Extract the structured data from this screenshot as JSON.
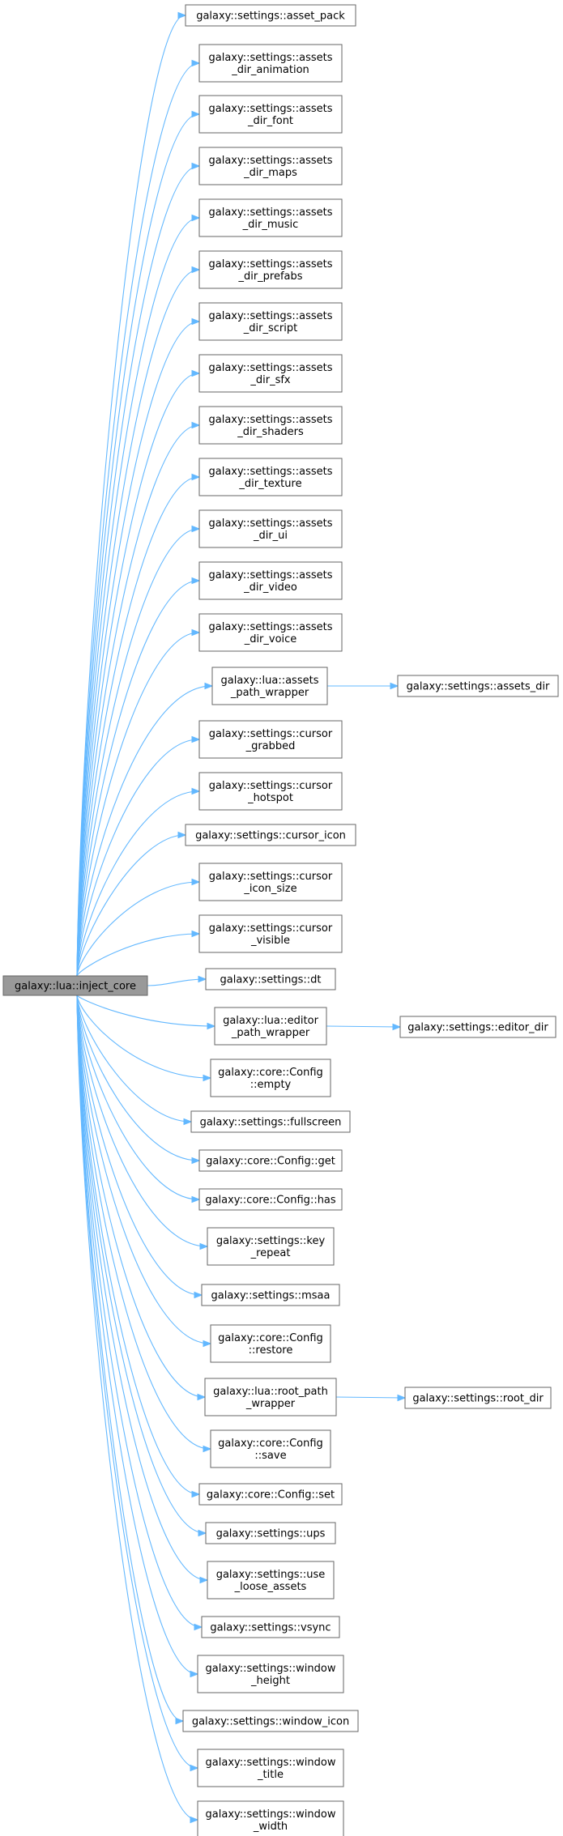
{
  "root": {
    "id": "root",
    "lines": [
      "galaxy::lua::inject_core"
    ]
  },
  "nodes": [
    {
      "id": "asset_pack",
      "lines": [
        "galaxy::settings::asset_pack"
      ]
    },
    {
      "id": "dir_animation",
      "lines": [
        "galaxy::settings::assets",
        "_dir_animation"
      ]
    },
    {
      "id": "dir_font",
      "lines": [
        "galaxy::settings::assets",
        "_dir_font"
      ]
    },
    {
      "id": "dir_maps",
      "lines": [
        "galaxy::settings::assets",
        "_dir_maps"
      ]
    },
    {
      "id": "dir_music",
      "lines": [
        "galaxy::settings::assets",
        "_dir_music"
      ]
    },
    {
      "id": "dir_prefabs",
      "lines": [
        "galaxy::settings::assets",
        "_dir_prefabs"
      ]
    },
    {
      "id": "dir_script",
      "lines": [
        "galaxy::settings::assets",
        "_dir_script"
      ]
    },
    {
      "id": "dir_sfx",
      "lines": [
        "galaxy::settings::assets",
        "_dir_sfx"
      ]
    },
    {
      "id": "dir_shaders",
      "lines": [
        "galaxy::settings::assets",
        "_dir_shaders"
      ]
    },
    {
      "id": "dir_texture",
      "lines": [
        "galaxy::settings::assets",
        "_dir_texture"
      ]
    },
    {
      "id": "dir_ui",
      "lines": [
        "galaxy::settings::assets",
        "_dir_ui"
      ]
    },
    {
      "id": "dir_video",
      "lines": [
        "galaxy::settings::assets",
        "_dir_video"
      ]
    },
    {
      "id": "dir_voice",
      "lines": [
        "galaxy::settings::assets",
        "_dir_voice"
      ]
    },
    {
      "id": "assets_path_wrapper",
      "lines": [
        "galaxy::lua::assets",
        "_path_wrapper"
      ]
    },
    {
      "id": "cursor_grabbed",
      "lines": [
        "galaxy::settings::cursor",
        "_grabbed"
      ]
    },
    {
      "id": "cursor_hotspot",
      "lines": [
        "galaxy::settings::cursor",
        "_hotspot"
      ]
    },
    {
      "id": "cursor_icon",
      "lines": [
        "galaxy::settings::cursor_icon"
      ]
    },
    {
      "id": "cursor_icon_size",
      "lines": [
        "galaxy::settings::cursor",
        "_icon_size"
      ]
    },
    {
      "id": "cursor_visible",
      "lines": [
        "galaxy::settings::cursor",
        "_visible"
      ]
    },
    {
      "id": "dt",
      "lines": [
        "galaxy::settings::dt"
      ]
    },
    {
      "id": "editor_path_wrapper",
      "lines": [
        "galaxy::lua::editor",
        "_path_wrapper"
      ]
    },
    {
      "id": "config_empty",
      "lines": [
        "galaxy::core::Config",
        "::empty"
      ]
    },
    {
      "id": "fullscreen",
      "lines": [
        "galaxy::settings::fullscreen"
      ]
    },
    {
      "id": "config_get",
      "lines": [
        "galaxy::core::Config::get"
      ]
    },
    {
      "id": "config_has",
      "lines": [
        "galaxy::core::Config::has"
      ]
    },
    {
      "id": "key_repeat",
      "lines": [
        "galaxy::settings::key",
        "_repeat"
      ]
    },
    {
      "id": "msaa",
      "lines": [
        "galaxy::settings::msaa"
      ]
    },
    {
      "id": "config_restore",
      "lines": [
        "galaxy::core::Config",
        "::restore"
      ]
    },
    {
      "id": "root_path_wrapper",
      "lines": [
        "galaxy::lua::root_path",
        "_wrapper"
      ]
    },
    {
      "id": "config_save",
      "lines": [
        "galaxy::core::Config",
        "::save"
      ]
    },
    {
      "id": "config_set",
      "lines": [
        "galaxy::core::Config::set"
      ]
    },
    {
      "id": "ups",
      "lines": [
        "galaxy::settings::ups"
      ]
    },
    {
      "id": "use_loose_assets",
      "lines": [
        "galaxy::settings::use",
        "_loose_assets"
      ]
    },
    {
      "id": "vsync",
      "lines": [
        "galaxy::settings::vsync"
      ]
    },
    {
      "id": "window_height",
      "lines": [
        "galaxy::settings::window",
        "_height"
      ]
    },
    {
      "id": "window_icon",
      "lines": [
        "galaxy::settings::window_icon"
      ]
    },
    {
      "id": "window_title",
      "lines": [
        "galaxy::settings::window",
        "_title"
      ]
    },
    {
      "id": "window_width",
      "lines": [
        "galaxy::settings::window",
        "_width"
      ]
    }
  ],
  "secondary_nodes": [
    {
      "id": "assets_dir",
      "lines": [
        "galaxy::settings::assets_dir"
      ],
      "parent": "assets_path_wrapper"
    },
    {
      "id": "editor_dir",
      "lines": [
        "galaxy::settings::editor_dir"
      ],
      "parent": "editor_path_wrapper"
    },
    {
      "id": "root_dir",
      "lines": [
        "galaxy::settings::root_dir"
      ],
      "parent": "root_path_wrapper"
    }
  ]
}
